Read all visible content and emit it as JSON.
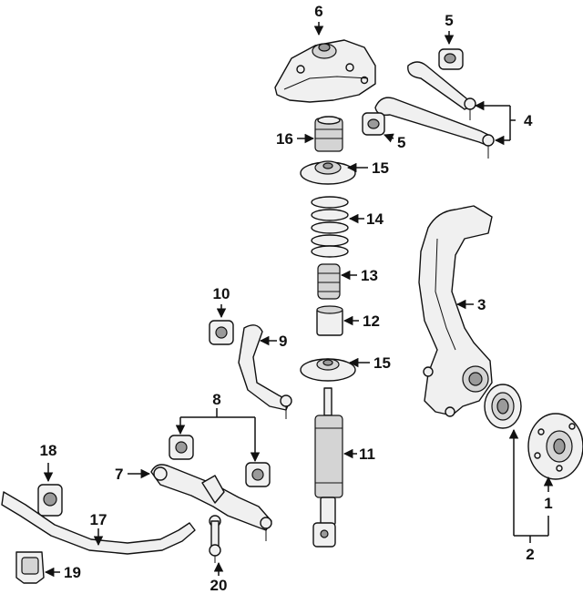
{
  "callouts": {
    "c1": "1",
    "c2": "2",
    "c3": "3",
    "c4": "4",
    "c5a": "5",
    "c5b": "5",
    "c6": "6",
    "c7": "7",
    "c8": "8",
    "c9": "9",
    "c10": "10",
    "c11": "11",
    "c12": "12",
    "c13": "13",
    "c14": "14",
    "c15a": "15",
    "c15b": "15",
    "c16": "16",
    "c17": "17",
    "c18": "18",
    "c19": "19",
    "c20": "20"
  }
}
